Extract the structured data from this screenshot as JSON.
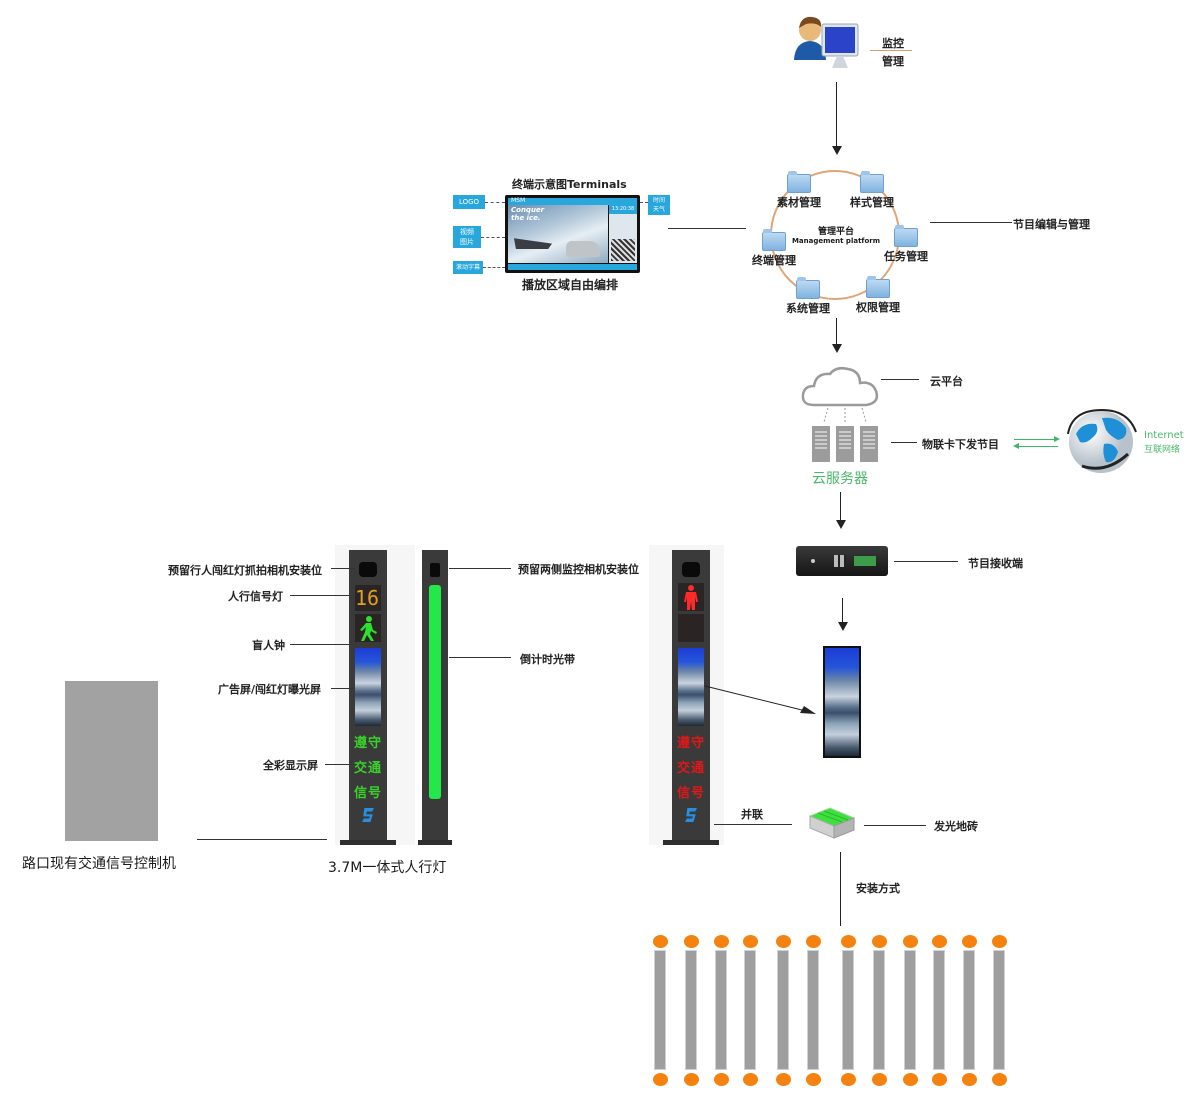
{
  "monitor": {
    "label_line1": "监控",
    "label_line2": "管理",
    "icon": "user-computer-icon"
  },
  "management": {
    "center_cn": "管理平台",
    "center_en": "Management platform",
    "nodes": [
      {
        "label": "素材管理",
        "icon": "material-folder-icon"
      },
      {
        "label": "样式管理",
        "icon": "style-folder-icon"
      },
      {
        "label": "终端管理",
        "icon": "terminal-folder-icon"
      },
      {
        "label": "任务管理",
        "icon": "task-folder-icon"
      },
      {
        "label": "系统管理",
        "icon": "system-folder-icon"
      },
      {
        "label": "权限管理",
        "icon": "permission-folder-icon"
      }
    ],
    "right_label": "节目编辑与管理"
  },
  "terminal": {
    "title": "终端示意图Terminals",
    "caption": "播放区域自由编排",
    "callouts": {
      "logo": "LOGO",
      "video_line1": "视频",
      "video_line2": "图片",
      "ticker": "滚动字幕",
      "time_line1": "时间",
      "time_line2": "天气"
    },
    "screen": {
      "brand": "MSM",
      "headline_line1": "Conquer",
      "headline_line2": "the ice.",
      "clock": "13:20:38"
    }
  },
  "cloud": {
    "platform_label": "云平台",
    "server_label": "云服务器",
    "iot_label": "物联卡下发节目",
    "internet_en": "Internet",
    "internet_cn": "互联网络"
  },
  "receiver": {
    "label": "节目接收端"
  },
  "pole_left": {
    "countdown": "16",
    "chars": [
      "遵守",
      "交通",
      "信号"
    ],
    "callouts": [
      "预留行人闯红灯抓拍相机安装位",
      "人行信号灯",
      "盲人钟",
      "广告屏/闯红灯曝光屏",
      "全彩显示屏"
    ],
    "caption": "3.7M一体式人行灯",
    "text_color": "#39d12b"
  },
  "pole_side": {
    "callouts": [
      "预留两侧监控相机安装位",
      "倒计时光带"
    ],
    "band_color": "#22e84a"
  },
  "pole_right": {
    "chars": [
      "遵守",
      "交通",
      "信号"
    ],
    "text_color": "#e01818"
  },
  "controller": {
    "caption": "路口现有交通信号控制机"
  },
  "brick": {
    "parallel_label": "并联",
    "label": "发光地砖",
    "install_label": "安装方式",
    "bar_count": 12
  }
}
